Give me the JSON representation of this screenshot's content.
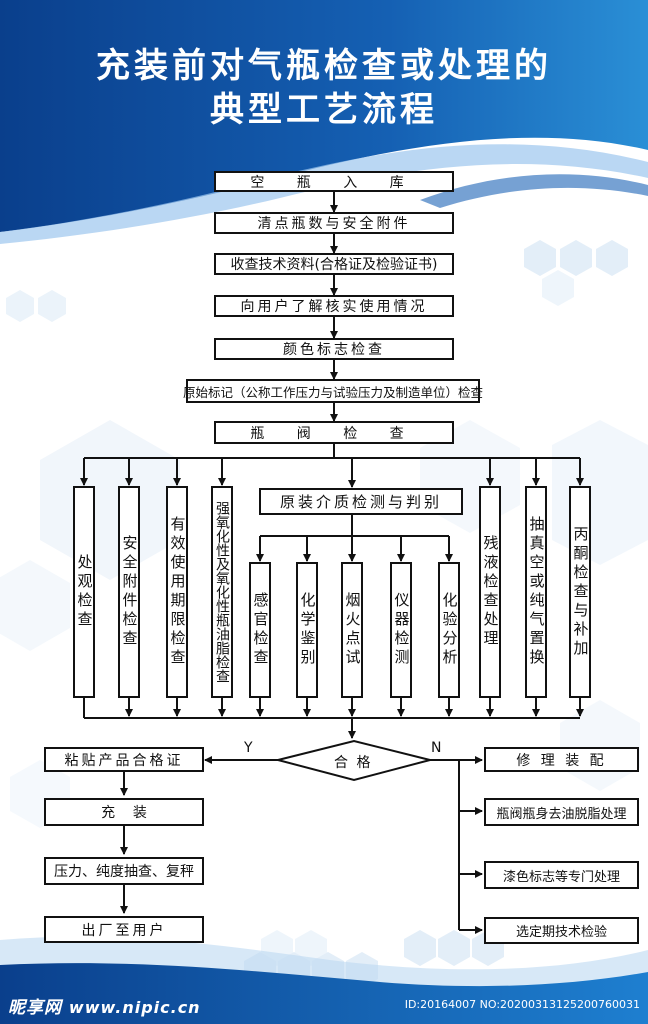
{
  "title": {
    "line1": "充装前对气瓶检查或处理的",
    "line2": "典型工艺流程"
  },
  "steps": {
    "s1": "空 瓶 入 库",
    "s2": "清点瓶数与安全附件",
    "s3": "收查技术资料(合格证及检验证书)",
    "s4": "向用户了解核实使用情况",
    "s5": "颜色标志检查",
    "s6": "原始标记（公称工作压力与试验压力及制造单位）检查",
    "s7": "瓶 阀 检 查"
  },
  "branches": {
    "b1": "处观检查",
    "b2": "安全附件检查",
    "b3": "有效使用期限检查",
    "b4": "强氧化性及氧化性瓶油脂检查",
    "medium": "原装介质检测与判别",
    "b6": "残液检查处理",
    "b7": "抽真空或纯气置换",
    "b8": "丙酮检查与补加"
  },
  "medium_checks": {
    "m1": "感官检查",
    "m2": "化学鉴别",
    "m3": "烟火点试",
    "m4": "仪器检测",
    "m5": "化验分析"
  },
  "decision": {
    "label": "合 格",
    "yes": "Y",
    "no": "N"
  },
  "yes_path": {
    "p1": "粘贴产品合格证",
    "p2": "充    装",
    "p3": "压力、纯度抽查、复秤",
    "p4": "出厂至用户"
  },
  "no_path": {
    "n1": "修 理 装 配",
    "n2": "瓶阀瓶身去油脱脂处理",
    "n3": "漆色标志等专门处理",
    "n4": "选定期技术检验"
  },
  "footer": {
    "logo": "昵享网",
    "url": "www.nipic.cn",
    "id": "ID:20164007 NO:20200313125200760031"
  },
  "colors": {
    "banner_dark": "#0a3f8c",
    "banner_light": "#2a8fd6",
    "hex_light": "#e3eef8",
    "line": "#111111"
  }
}
